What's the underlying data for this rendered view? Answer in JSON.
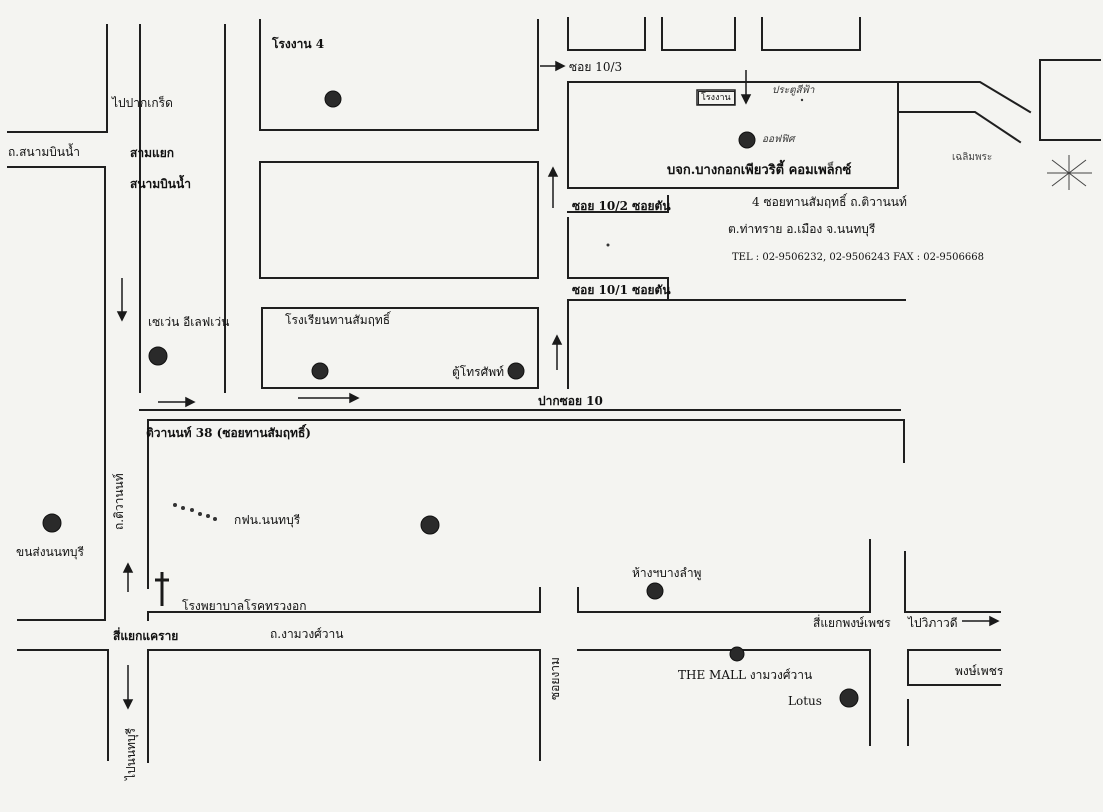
{
  "colors": {
    "paper": "#f4f4f1",
    "ink": "#1a1a1a",
    "marker": "#2a2a2a"
  },
  "icons": {
    "landmark": "filled-dot-icon",
    "direction": "arrow-icon",
    "hospital": "cross-icon"
  },
  "labels": {
    "factory4": "โรงงาน 4",
    "to_pakkret": "ไปปากเกร็ด",
    "sanambinnam_road": "ถ.สนามบินน้ำ",
    "junction_line1": "สามแยก",
    "junction_line2": "สนามบินน้ำ",
    "soi_10_3": "ซอย 10/3",
    "factory_box": "โรงงาน",
    "gate_note": "ประตูสีฟ้า",
    "office": "ออฟฟิศ",
    "soi_10_2": "ซอย 10/2 ซอยตัน",
    "soi_10_1": "ซอย 10/1 ซอยตัน",
    "seven_eleven": "เซเว่น อีเลฟเว่น",
    "school": "โรงเรียนทานสัมฤทธิ์",
    "phone_booth": "ตู้โทรศัพท์",
    "pak_soi_10": "ปากซอย 10",
    "tiwanon38": "ติวานนท์ 38 (ซอยทานสัมฤทธิ์)",
    "tiwanon_road": "ถ.ติวานนท์",
    "kfn": "กฟน.นนทบุรี",
    "bus_terminal": "ขนส่งนนทบุรี",
    "hospital": "โรงพยาบาลโรคทรวงอก",
    "market": "ห้างฯบางลำพู",
    "khae_rai": "สี่แยกแคราย",
    "ngamwongwan": "ถ.งามวงศ์วาน",
    "soi_side": "ซอยงาม",
    "pongphet_junction": "สี่แยกพงษ์เพชร",
    "to_vibhavadi": "ไปวิภาวดี",
    "pongphet": "พงษ์เพชร",
    "the_mall": "THE MALL งามวงศ์วาน",
    "lotus": "Lotus",
    "to_nonthaburi": "ไปนนทบุรี",
    "smudge": "เฉลิมพระ"
  },
  "company": {
    "name": "บจก.บางกอกเพียวริตี้ คอมเพล็กซ์",
    "address1": "4   ซอยทานสัมฤทธิ์ ถ.ติวานนท์",
    "address2": "ต.ท่าทราย อ.เมือง จ.นนทบุรี",
    "tel": "TEL : 02-9506232, 02-9506243 FAX : 02-9506668"
  }
}
